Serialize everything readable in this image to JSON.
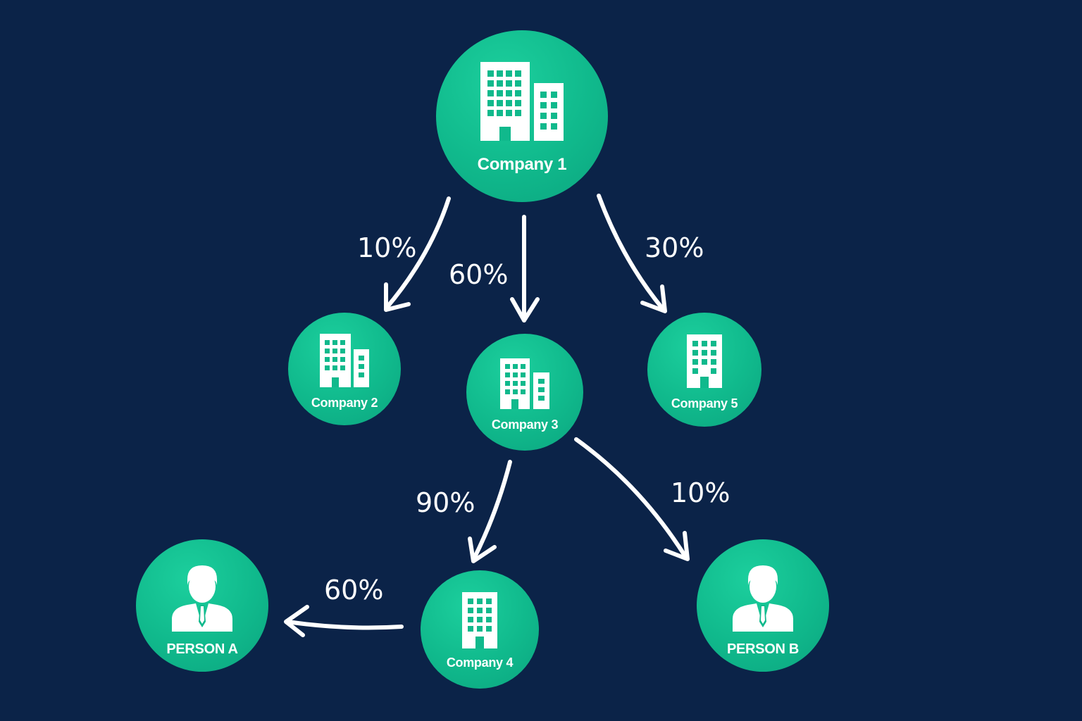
{
  "nodes": {
    "company1": {
      "label": "Company 1",
      "icon": "office-buildings-icon"
    },
    "company2": {
      "label": "Company 2",
      "icon": "office-buildings-icon"
    },
    "company3": {
      "label": "Company 3",
      "icon": "office-buildings-icon"
    },
    "company5": {
      "label": "Company 5",
      "icon": "office-building-icon"
    },
    "company4": {
      "label": "Company 4",
      "icon": "office-building-icon"
    },
    "personA": {
      "label": "PERSON A",
      "icon": "businessperson-icon"
    },
    "personB": {
      "label": "PERSON B",
      "icon": "businessperson-icon"
    }
  },
  "edges": [
    {
      "from": "Company 1",
      "to": "Company 2",
      "label": "10%"
    },
    {
      "from": "Company 1",
      "to": "Company 3",
      "label": "60%"
    },
    {
      "from": "Company 1",
      "to": "Company 5",
      "label": "30%"
    },
    {
      "from": "Company 3",
      "to": "Company 4",
      "label": "90%"
    },
    {
      "from": "Company 3",
      "to": "PERSON B",
      "label": "10%"
    },
    {
      "from": "Company 4",
      "to": "PERSON A",
      "label": "60%"
    }
  ],
  "colors": {
    "background": "#0b2348",
    "node": "#10b98c",
    "text": "#ffffff"
  }
}
